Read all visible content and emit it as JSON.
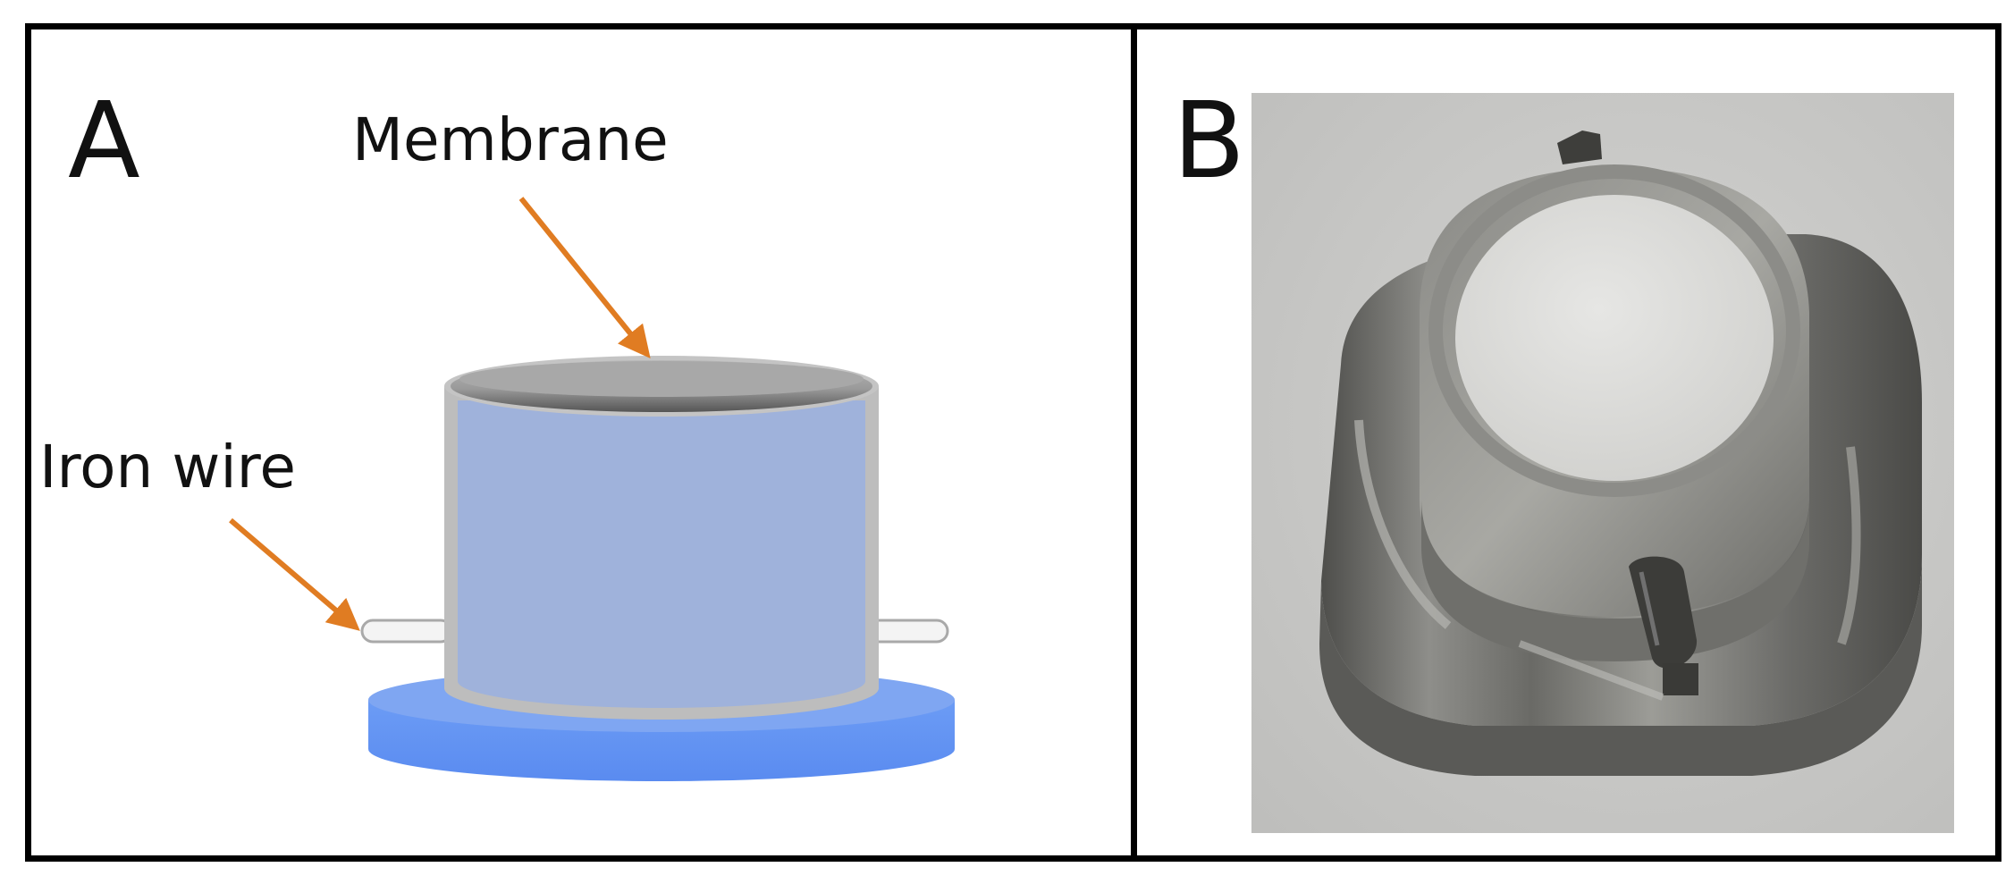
{
  "panel_a": {
    "letter": "A",
    "labels": {
      "membrane": "Membrane",
      "iron_wire": "Iron wire"
    }
  },
  "panel_b": {
    "letter": "B"
  },
  "colors": {
    "arrow": "#E07C22",
    "cylinder_body": "#9FB2DB",
    "cylinder_rim": "#B9B9B9",
    "membrane_top": "#A9A9A9",
    "base_plate": "#6E9EF7",
    "photo_background": "#C9C9C9",
    "metal": "#7A7A77"
  }
}
